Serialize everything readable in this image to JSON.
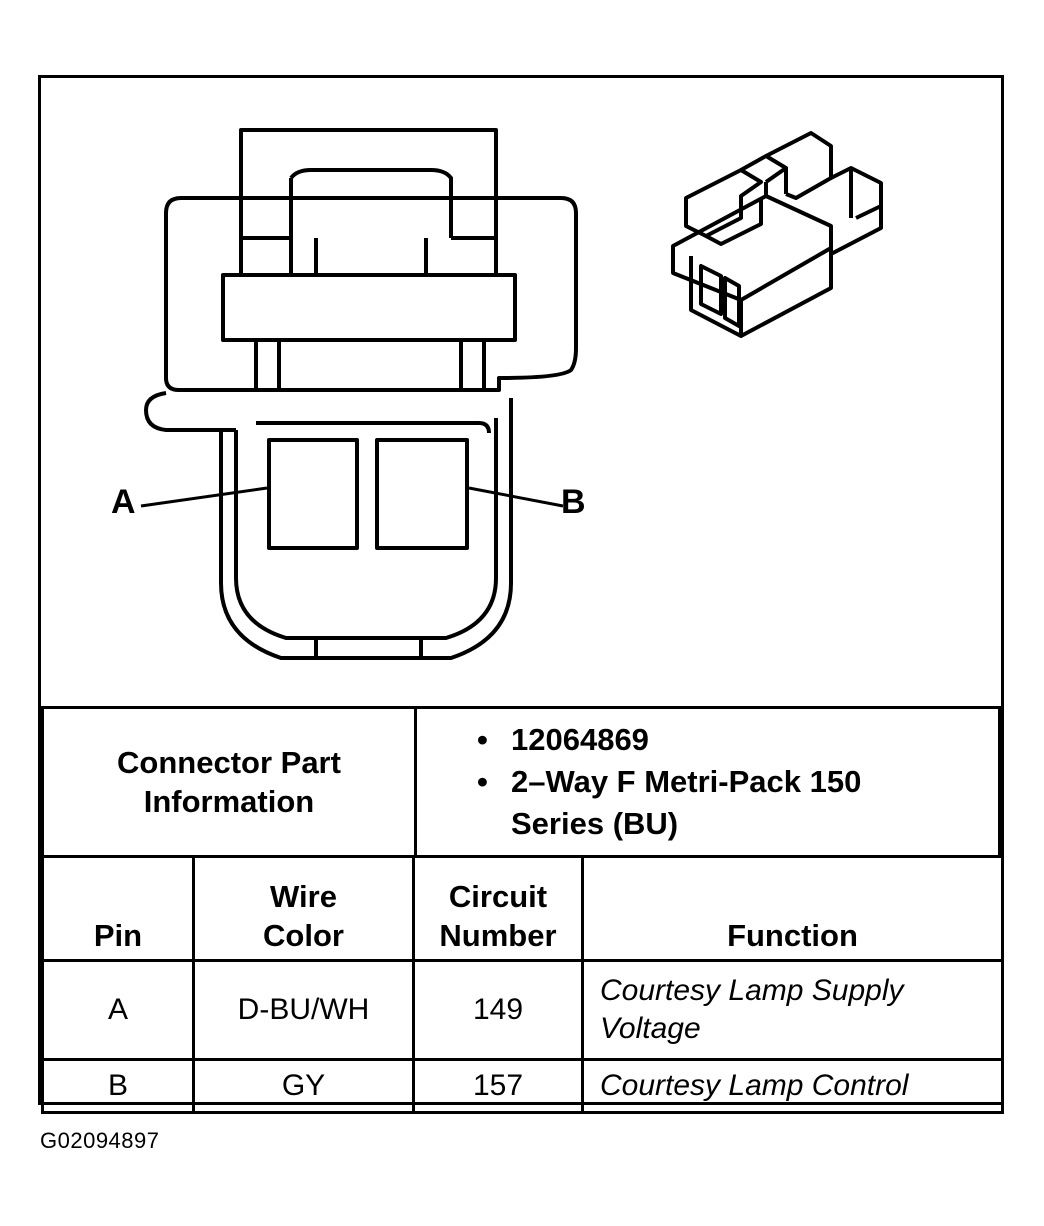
{
  "diagram": {
    "pin_labels": [
      "A",
      "B"
    ]
  },
  "connector_info": {
    "label": "Connector Part Information",
    "items": [
      "12064869",
      "2–Way F Metri-Pack 150 Series (BU)"
    ]
  },
  "pin_table": {
    "headers": {
      "pin": "Pin",
      "wire_color": "Wire Color",
      "circuit": "Circuit Number",
      "function": "Function"
    },
    "rows": [
      {
        "pin": "A",
        "wire_color": "D-BU/WH",
        "circuit": "149",
        "function": "Courtesy Lamp Supply Voltage"
      },
      {
        "pin": "B",
        "wire_color": "GY",
        "circuit": "157",
        "function": "Courtesy Lamp Control"
      }
    ]
  },
  "figure_id": "G02094897"
}
